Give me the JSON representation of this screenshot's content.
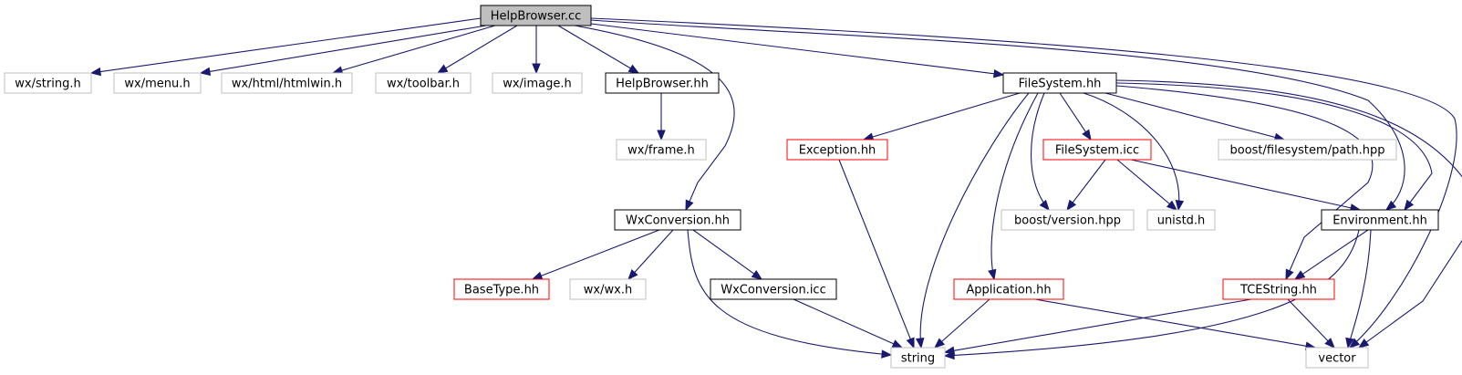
{
  "diagram": {
    "nodes": [
      {
        "id": "hb_cc",
        "label": "HelpBrowser.cc",
        "style": "root"
      },
      {
        "id": "wx_string",
        "label": "wx/string.h",
        "style": "external"
      },
      {
        "id": "wx_menu",
        "label": "wx/menu.h",
        "style": "external"
      },
      {
        "id": "wx_htmlwin",
        "label": "wx/html/htmlwin.h",
        "style": "external"
      },
      {
        "id": "wx_toolbar",
        "label": "wx/toolbar.h",
        "style": "external"
      },
      {
        "id": "wx_image",
        "label": "wx/image.h",
        "style": "external"
      },
      {
        "id": "hb_hh",
        "label": "HelpBrowser.hh",
        "style": "documented"
      },
      {
        "id": "fs_hh",
        "label": "FileSystem.hh",
        "style": "documented"
      },
      {
        "id": "wx_frame",
        "label": "wx/frame.h",
        "style": "external"
      },
      {
        "id": "exc_hh",
        "label": "Exception.hh",
        "style": "undocumented"
      },
      {
        "id": "fs_icc",
        "label": "FileSystem.icc",
        "style": "undocumented"
      },
      {
        "id": "boost_path",
        "label": "boost/filesystem/path.hpp",
        "style": "external"
      },
      {
        "id": "wxconv_hh",
        "label": "WxConversion.hh",
        "style": "documented"
      },
      {
        "id": "boost_ver",
        "label": "boost/version.hpp",
        "style": "external"
      },
      {
        "id": "unistd",
        "label": "unistd.h",
        "style": "external"
      },
      {
        "id": "env_hh",
        "label": "Environment.hh",
        "style": "documented"
      },
      {
        "id": "basetype",
        "label": "BaseType.hh",
        "style": "undocumented"
      },
      {
        "id": "wx_wx",
        "label": "wx/wx.h",
        "style": "external"
      },
      {
        "id": "wxconv_icc",
        "label": "WxConversion.icc",
        "style": "documented"
      },
      {
        "id": "app_hh",
        "label": "Application.hh",
        "style": "undocumented"
      },
      {
        "id": "tcestr",
        "label": "TCEString.hh",
        "style": "undocumented"
      },
      {
        "id": "string",
        "label": "string",
        "style": "external"
      },
      {
        "id": "vector",
        "label": "vector",
        "style": "external"
      }
    ],
    "edges": [
      [
        "hb_cc",
        "wx_string"
      ],
      [
        "hb_cc",
        "wx_menu"
      ],
      [
        "hb_cc",
        "wx_htmlwin"
      ],
      [
        "hb_cc",
        "wx_toolbar"
      ],
      [
        "hb_cc",
        "wx_image"
      ],
      [
        "hb_cc",
        "hb_hh"
      ],
      [
        "hb_cc",
        "wxconv_hh"
      ],
      [
        "hb_cc",
        "fs_hh"
      ],
      [
        "hb_cc",
        "env_hh"
      ],
      [
        "hb_cc",
        "vector"
      ],
      [
        "hb_hh",
        "wx_frame"
      ],
      [
        "fs_hh",
        "exc_hh"
      ],
      [
        "fs_hh",
        "string"
      ],
      [
        "fs_hh",
        "app_hh"
      ],
      [
        "fs_hh",
        "boost_ver"
      ],
      [
        "fs_hh",
        "fs_icc"
      ],
      [
        "fs_hh",
        "unistd"
      ],
      [
        "fs_hh",
        "boost_path"
      ],
      [
        "fs_hh",
        "tcestr"
      ],
      [
        "fs_hh",
        "env_hh"
      ],
      [
        "fs_hh",
        "vector"
      ],
      [
        "fs_icc",
        "boost_ver"
      ],
      [
        "fs_icc",
        "unistd"
      ],
      [
        "fs_icc",
        "env_hh"
      ],
      [
        "exc_hh",
        "string"
      ],
      [
        "wxconv_hh",
        "basetype"
      ],
      [
        "wxconv_hh",
        "wx_wx"
      ],
      [
        "wxconv_hh",
        "wxconv_icc"
      ],
      [
        "wxconv_hh",
        "string"
      ],
      [
        "wxconv_icc",
        "string"
      ],
      [
        "app_hh",
        "string"
      ],
      [
        "app_hh",
        "vector"
      ],
      [
        "env_hh",
        "tcestr"
      ],
      [
        "env_hh",
        "string"
      ],
      [
        "env_hh",
        "vector"
      ],
      [
        "tcestr",
        "string"
      ],
      [
        "tcestr",
        "vector"
      ]
    ],
    "colors": {
      "edge": "#191970",
      "root_fill": "#bfbfbf",
      "documented_stroke": "#000000",
      "undocumented_stroke": "#ff0000",
      "external_stroke": "#bfbfbf"
    }
  }
}
